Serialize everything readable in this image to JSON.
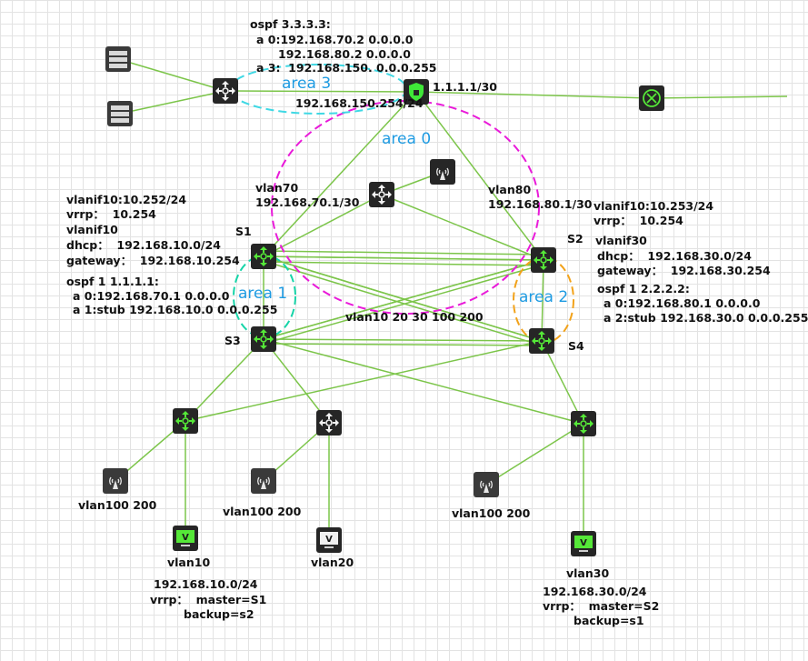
{
  "colors": {
    "link": "#7cc54a",
    "area0": "#e91ad9",
    "area1": "#16d4a8",
    "area2": "#f2a21a",
    "area3": "#3fd8e4",
    "area_text": "#1e9be2",
    "device_dark": "#262626",
    "device_green": "#55e838",
    "firewall_green": "#3fe838"
  },
  "areas": {
    "area0": "area 0",
    "area1": "area 1",
    "area2": "area 2",
    "area3": "area 3"
  },
  "devices": {
    "s1": "S1",
    "s2": "S2",
    "s3": "S3",
    "s4": "S4"
  },
  "labels": {
    "ospf3_line1": "ospf 3.3.3.3:",
    "ospf3_line2": "a 0:192.168.70.2 0.0.0.0",
    "ospf3_line3": "192.168.80.2 0.0.0.0",
    "ospf3_line4": "a 3:  192.168.150. 0.0.0.255",
    "fw_uplink_ip": "1.1.1.1/30",
    "fw_area3_ip": "192.168.150.254/24",
    "vlan70": "vlan70",
    "vlan70_ip": "192.168.70.1/30",
    "vlan80": "vlan80",
    "vlan80_ip": "192.168.80.1/30",
    "s1_vlanif10": "vlanif10:10.252/24",
    "s1_vrrp": "vrrp：  10.254",
    "s1_vlanif10b": "vlanif10",
    "s1_dhcp": "dhcp：  192.168.10.0/24",
    "s1_gateway": "gateway：  192.168.10.254",
    "s1_ospf": "ospf 1 1.1.1.1:",
    "s1_ospf_a0": "a 0:192.168.70.1 0.0.0.0",
    "s1_ospf_a1": "a 1:stub 192.168.10.0 0.0.0.255",
    "s2_vlanif10": "vlanif10:10.253/24",
    "s2_vrrp": "vrrp：  10.254",
    "s2_vlanif30": "vlanif30",
    "s2_dhcp": "dhcp：  192.168.30.0/24",
    "s2_gateway": "gateway：  192.168.30.254",
    "s2_ospf": "ospf 1 2.2.2.2:",
    "s2_ospf_a0": "a 0:192.168.80.1 0.0.0.0",
    "s2_ospf_a2": "a 2:stub 192.168.30.0 0.0.0.255",
    "trunk_vlans": "vlan10 20 30 100 200",
    "ap1_vlans": "vlan100 200",
    "ap2_vlans": "vlan100 200",
    "ap3_vlans": "vlan100 200",
    "pc_vlan10": "vlan10",
    "pc_vlan20": "vlan20",
    "pc_vlan30": "vlan30",
    "vlan10_net": "192.168.10.0/24",
    "vlan10_vrrp": "vrrp：  master=S1",
    "vlan10_backup": "backup=s2",
    "vlan30_net": "192.168.30.0/24",
    "vlan30_vrrp": "vrrp：  master=S2",
    "vlan30_backup": "backup=s1"
  }
}
